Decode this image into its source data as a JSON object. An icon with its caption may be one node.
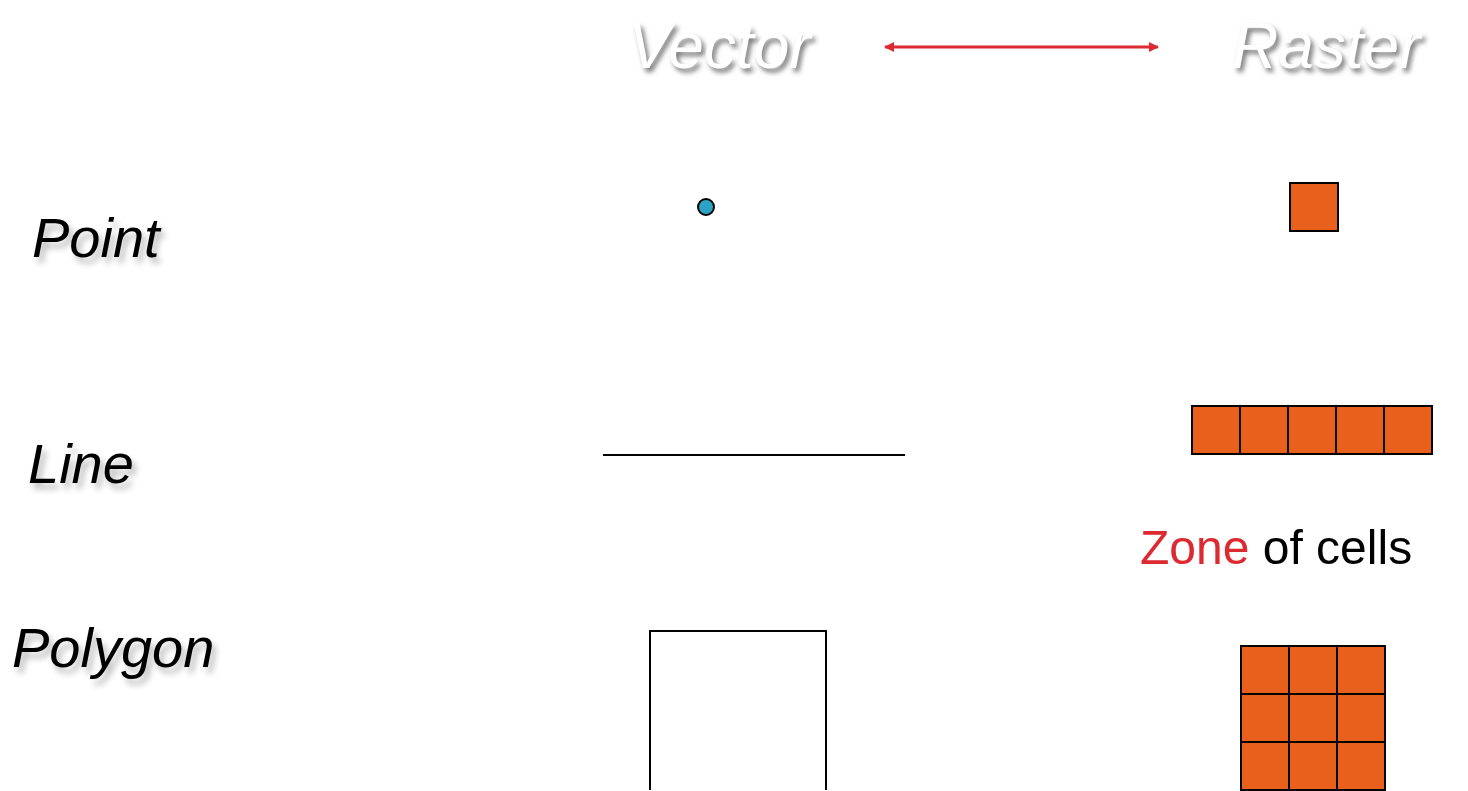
{
  "diagram": {
    "nodes": [
      {
        "text": [
          "Vector"
        ]
      },
      {
        "text": [
          "Raster"
        ]
      }
    ],
    "edges": [
      {
        "from": 0,
        "to": 1,
        "arrow": "both",
        "color": "#dc2a30"
      }
    ],
    "labels": [
      "Point",
      "Line",
      "Zone of cells",
      "Polygon"
    ]
  }
}
